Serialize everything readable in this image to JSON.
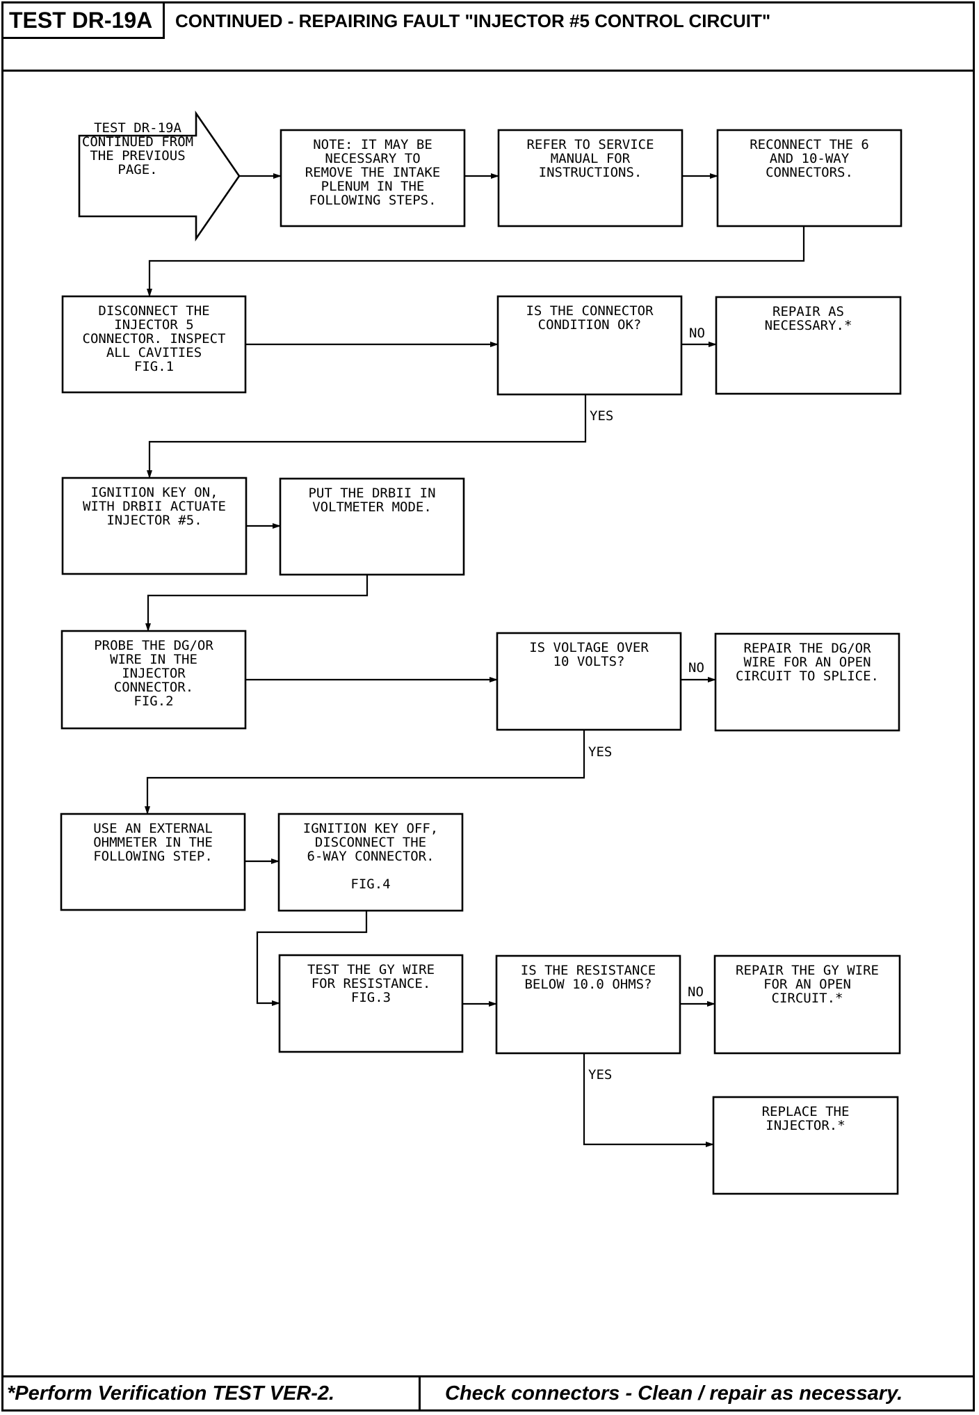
{
  "header": {
    "test_id": "TEST DR-19A",
    "title": "CONTINUED - REPAIRING FAULT \"INJECTOR #5 CONTROL CIRCUIT\""
  },
  "footer": {
    "left_note": "*Perform Verification TEST VER-2.",
    "right_note": "Check connectors - Clean / repair as necessary."
  },
  "flowchart": {
    "nodes": [
      {
        "id": "start",
        "shape": "arrow",
        "lines": [
          "TEST DR-19A",
          "CONTINUED FROM",
          "THE PREVIOUS",
          "PAGE."
        ]
      },
      {
        "id": "note",
        "lines": [
          "NOTE: IT MAY BE",
          "NECESSARY TO",
          "REMOVE THE INTAKE",
          "PLENUM IN THE",
          "FOLLOWING STEPS."
        ]
      },
      {
        "id": "refer",
        "lines": [
          "REFER TO SERVICE",
          "MANUAL FOR",
          "INSTRUCTIONS."
        ]
      },
      {
        "id": "reconnect",
        "lines": [
          "RECONNECT THE 6",
          "AND 10-WAY",
          "CONNECTORS."
        ]
      },
      {
        "id": "disconnect",
        "lines": [
          "DISCONNECT THE",
          "INJECTOR 5",
          "CONNECTOR. INSPECT",
          "ALL CAVITIES",
          "FIG.1"
        ]
      },
      {
        "id": "q_connector",
        "lines": [
          "IS THE CONNECTOR",
          "CONDITION OK?"
        ]
      },
      {
        "id": "repair1",
        "lines": [
          "REPAIR AS",
          "NECESSARY.*"
        ]
      },
      {
        "id": "ignition_on",
        "lines": [
          "IGNITION KEY ON,",
          "WITH DRBII ACTUATE",
          "INJECTOR #5."
        ]
      },
      {
        "id": "voltmeter",
        "lines": [
          "PUT THE DRBII IN",
          "VOLTMETER MODE."
        ]
      },
      {
        "id": "probe",
        "lines": [
          "PROBE THE DG/OR",
          "WIRE IN THE",
          "INJECTOR",
          "CONNECTOR.",
          "FIG.2"
        ]
      },
      {
        "id": "q_voltage",
        "lines": [
          "IS VOLTAGE OVER",
          "10 VOLTS?"
        ]
      },
      {
        "id": "repair2",
        "lines": [
          "REPAIR THE DG/OR",
          "WIRE FOR AN OPEN",
          "CIRCUIT TO SPLICE."
        ]
      },
      {
        "id": "ohmmeter",
        "lines": [
          "USE AN EXTERNAL",
          "OHMMETER IN THE",
          "FOLLOWING STEP."
        ]
      },
      {
        "id": "ignition_off",
        "lines": [
          "IGNITION KEY OFF,",
          "DISCONNECT THE",
          "6-WAY CONNECTOR.",
          "",
          "FIG.4"
        ]
      },
      {
        "id": "test_gy",
        "lines": [
          "TEST THE GY WIRE",
          "FOR RESISTANCE.",
          "FIG.3"
        ]
      },
      {
        "id": "q_resistance",
        "lines": [
          "IS THE RESISTANCE",
          "BELOW 10.0 OHMS?"
        ]
      },
      {
        "id": "repair3",
        "lines": [
          "REPAIR THE GY WIRE",
          "FOR AN OPEN",
          "CIRCUIT.*"
        ]
      },
      {
        "id": "replace",
        "lines": [
          "REPLACE THE",
          "INJECTOR.*"
        ]
      }
    ],
    "branch_labels": {
      "no1": "NO",
      "yes1": "YES",
      "no2": "NO",
      "yes2": "YES",
      "no3": "NO",
      "yes3": "YES"
    }
  }
}
